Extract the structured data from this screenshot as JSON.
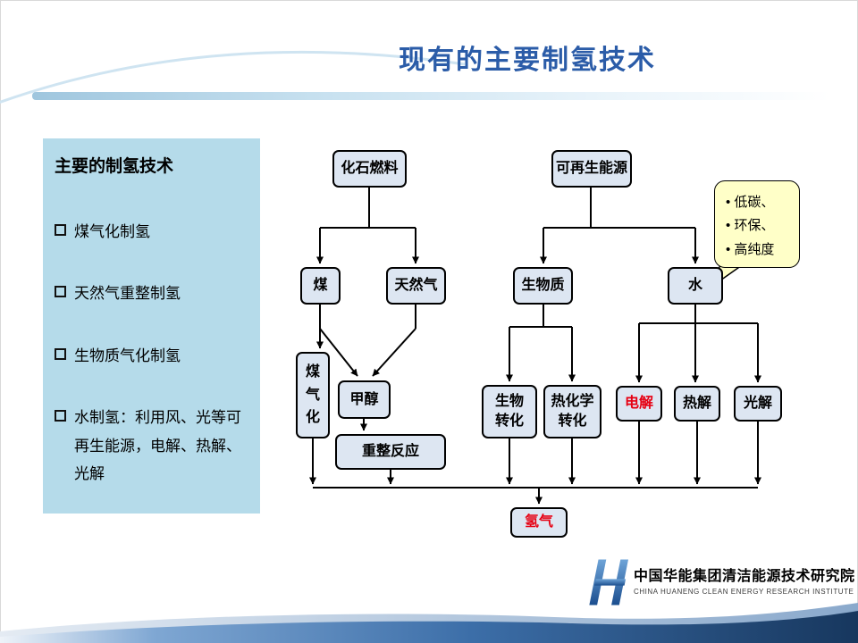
{
  "slide": {
    "title": "现有的主要制氢技术"
  },
  "left_panel": {
    "heading": "主要的制氢技术",
    "items": [
      "煤气化制氢",
      "天然气重整制氢",
      "生物质气化制氢",
      "水制氢：利用风、光等可再生能源，电解、热解、光解"
    ]
  },
  "flowchart": {
    "nodes": {
      "fossil_fuel": "化石燃料",
      "renewable_energy": "可再生能源",
      "coal": "煤",
      "natural_gas": "天然气",
      "biomass": "生物质",
      "water": "水",
      "coal_gasification": "煤气化",
      "methanol": "甲醇",
      "reforming_reaction": "重整反应",
      "biological_conversion": "生物转化",
      "thermochemical_conversion": "热化学转化",
      "electrolysis": "电解",
      "pyrolysis": "热解",
      "photolysis": "光解",
      "hydrogen": "氢气"
    },
    "callout_items": [
      "低碳、",
      "环保、",
      "高纯度"
    ]
  },
  "footer": {
    "org_name_cn": "中国华能集团清洁能源技术研究院",
    "org_name_en": "CHINA HUANENG CLEAN ENERGY RESEARCH INSTITUTE"
  },
  "colors": {
    "title_blue": "#2b5ca8",
    "panel_bg": "#b5dbea",
    "node_fill": "#dde6f2",
    "node_border": "#000000",
    "callout_bg": "#ffffc8",
    "accent_red": "#e60012"
  }
}
